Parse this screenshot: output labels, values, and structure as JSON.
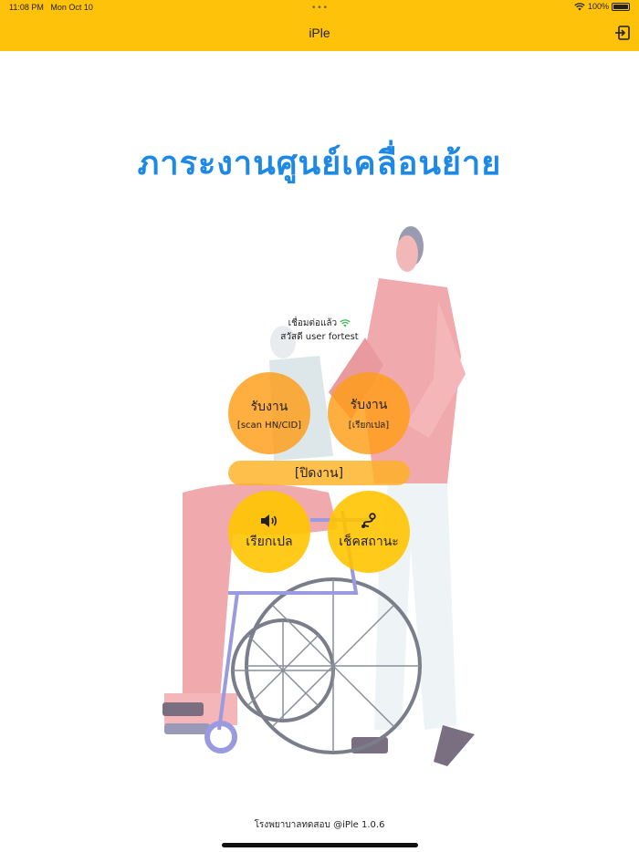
{
  "status": {
    "time": "11:08 PM",
    "date": "Mon Oct 10",
    "dots": "•••",
    "battery": "100%"
  },
  "app": {
    "title": "iPle",
    "header_title": "ภาระงานศูนย์เคลื่อนย้าย"
  },
  "connection": {
    "status_text": "เชื่อมต่อแล้ว",
    "greeting": "สวัสดี user fortest"
  },
  "actions": {
    "receive_scan": {
      "label": "รับงาน",
      "sub": "[scan HN/CID]"
    },
    "receive_call": {
      "label": "รับงาน",
      "sub": "[เรียกเปล]"
    },
    "close_job": {
      "label": "[ปิดงาน]"
    },
    "call_stretcher": {
      "label": "เรียกเปล",
      "icon": "speaker-icon"
    },
    "check_status": {
      "label": "เช็คสถานะ",
      "icon": "route-icon"
    }
  },
  "footer": {
    "text": "โรงพยาบาลทดสอบ @iPle 1.0.6"
  },
  "colors": {
    "topbar": "#ffc20a",
    "title_blue": "#1e88e5",
    "orange_button": "#ff9c16",
    "yellow_button": "#ffc400",
    "wifi_green": "#3fb950"
  }
}
